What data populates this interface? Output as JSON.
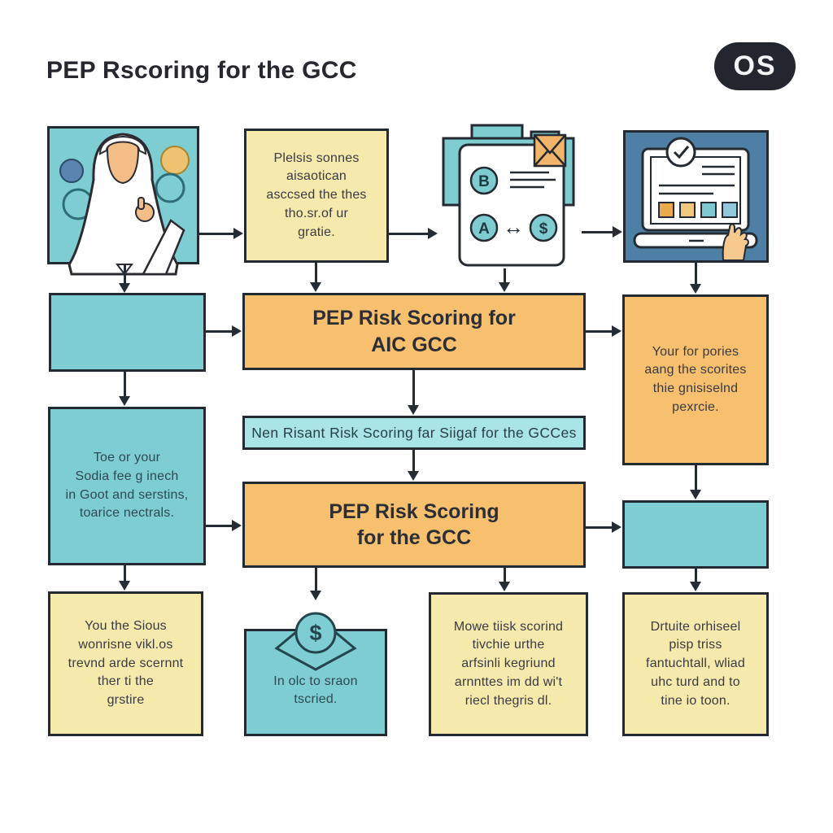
{
  "title": "PEP Rscoring for the GCC",
  "badge": {
    "label": "OS"
  },
  "colors": {
    "teal": "#7ecdd2",
    "teal_light": "#a9e4e6",
    "yellow": "#f6e9ac",
    "orange": "#f6c06e",
    "blue": "#4d80a4",
    "outline": "#232a31",
    "badge_bg": "#23262e"
  },
  "flow": {
    "note_top": "Plelsis sonnes\naisaotican\nasccsed the thes\ntho.sr.of ur\ngratie.",
    "main_box_1": "PEP Risk Scoring for\nAIC GCC",
    "side_orange": "Your for pories\naang the scorites\nthie gnisiselnd\npexrcie.",
    "teal_left": "Toe or your\nSodia fee g inech\nin Goot and serstins,\ntoarice nectrals.",
    "banner": "Nen Risant Risk Scoring far Siigaf for the GCCes",
    "main_box_2": "PEP Risk Scoring\nfor the GCC",
    "bottom_left": "You the Sious\nwonrisne vikl.os\ntrevnd arde scernnt\nther ti the\ngrstire",
    "bottom_teal": "In olc to sraon\ntscried.",
    "bottom_mid": "Mowe tiisk scorind\ntivchie urthe\narfsinli kegriund\narnnttes im dd wi't\nriecl thegris dl.",
    "bottom_right": "Drtuite orhiseel\npisp triss\nfantuchtall, wliad\nuhc turd and to\ntine io toon."
  },
  "icons": {
    "document_letter_b": "B",
    "document_letter_a": "A",
    "document_letter_s": "$",
    "document_arrow": "↔",
    "dollar": "$"
  }
}
